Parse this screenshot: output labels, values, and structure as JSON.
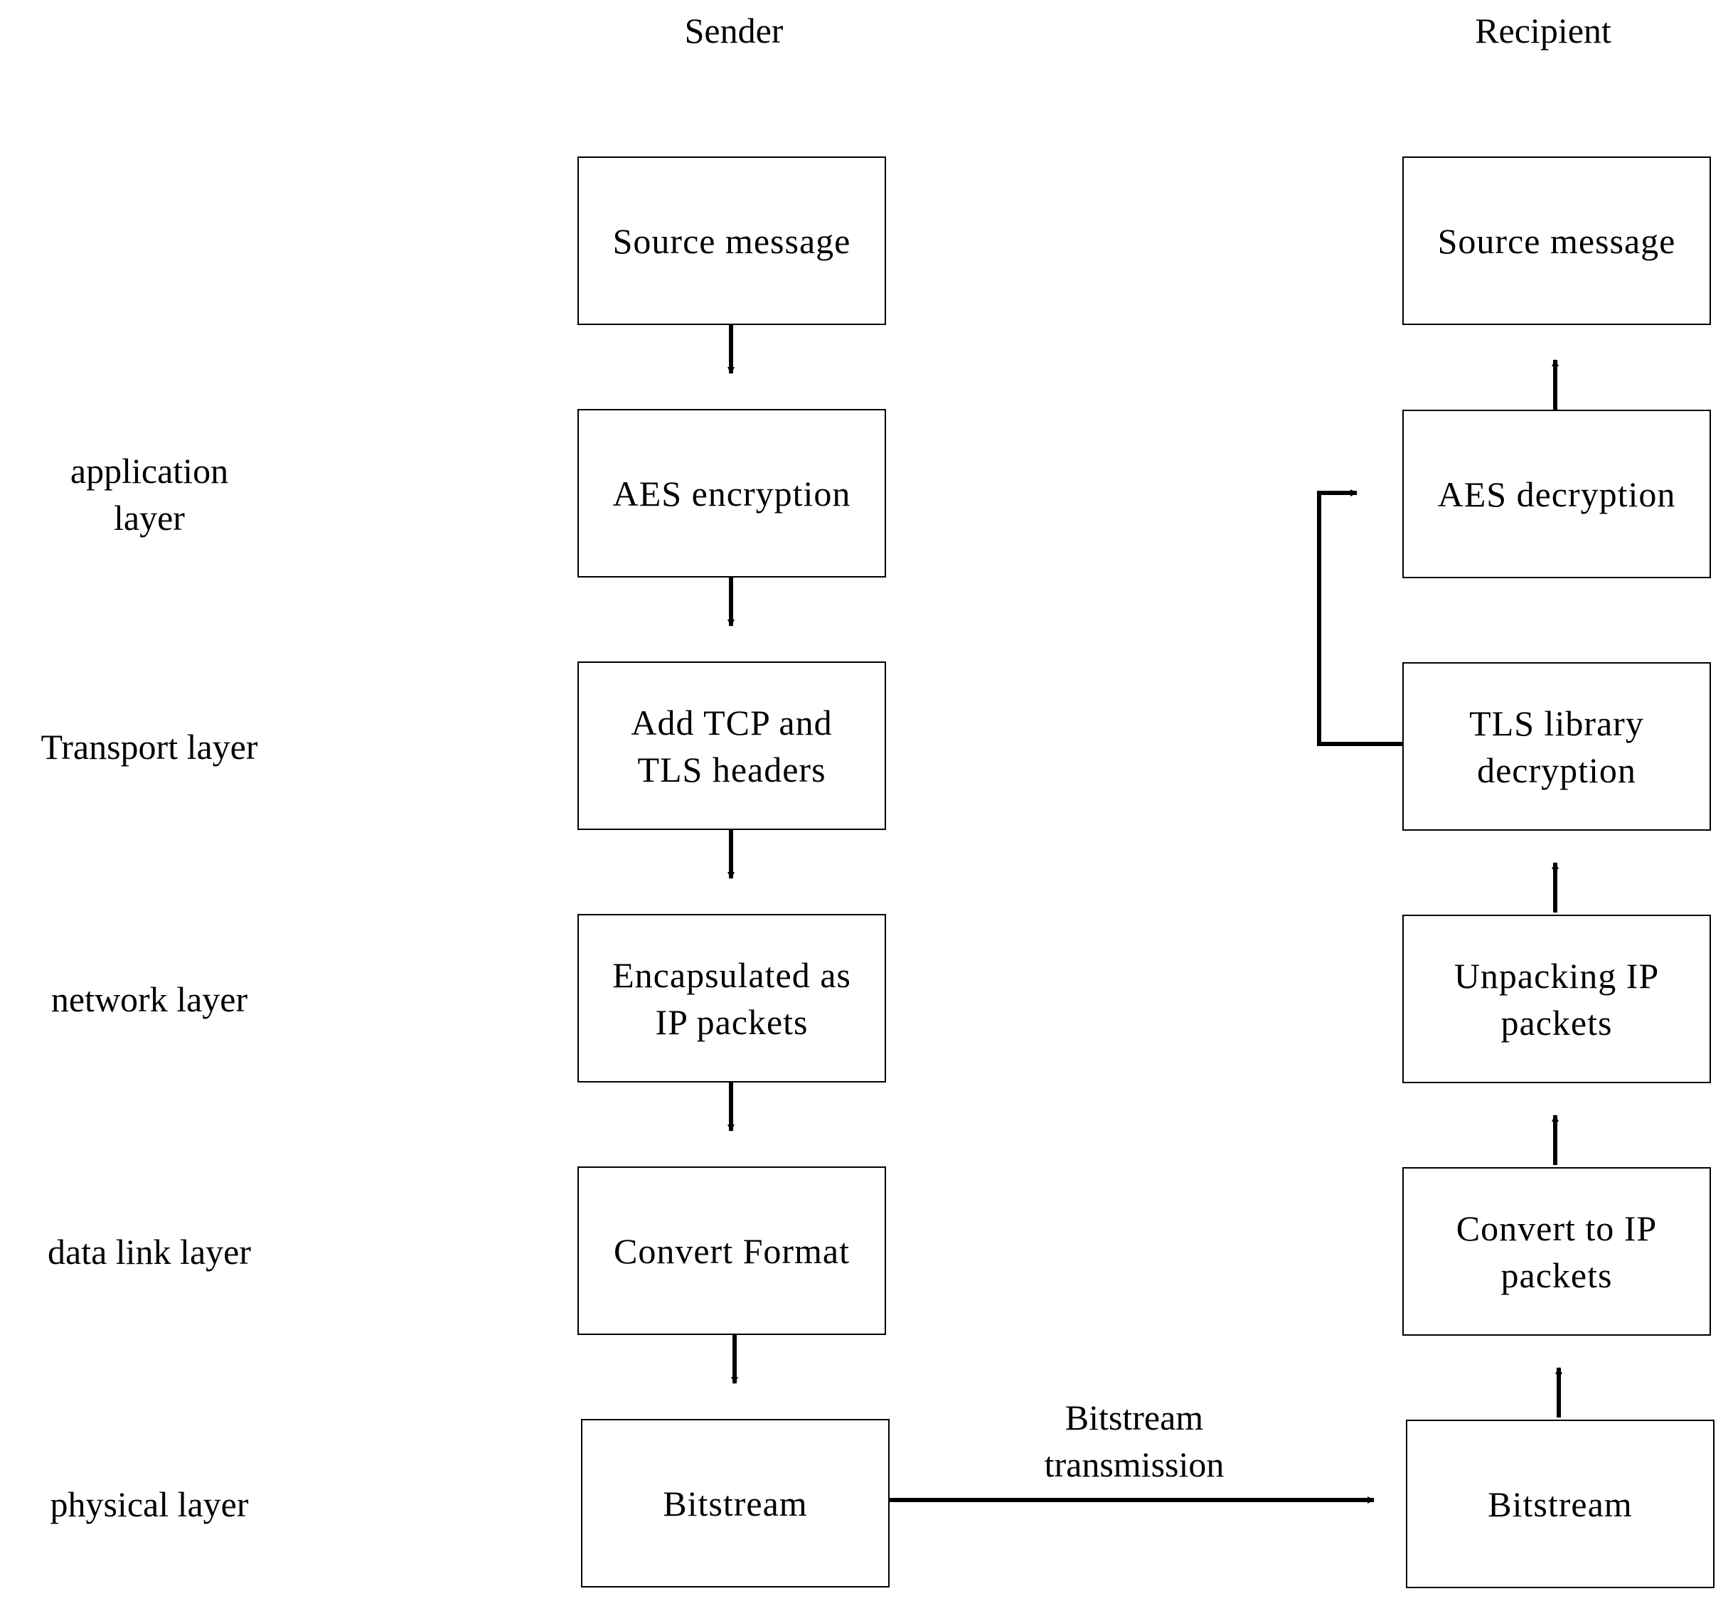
{
  "headings": {
    "sender": "Sender",
    "recipient": "Recipient"
  },
  "layers": [
    {
      "label": "application\nlayer"
    },
    {
      "label": "Transport layer"
    },
    {
      "label": "network layer"
    },
    {
      "label": "data link layer"
    },
    {
      "label": "physical layer"
    }
  ],
  "sender_boxes": [
    "Source message",
    "AES encryption",
    "Add TCP and\nTLS headers",
    "Encapsulated as\nIP packets",
    "Convert Format",
    "Bitstream"
  ],
  "recipient_boxes": [
    "Source message",
    "AES decryption",
    "TLS library\ndecryption",
    "Unpacking IP\npackets",
    "Convert to IP\npackets",
    "Bitstream"
  ],
  "transmission_label": "Bitstream\ntransmission"
}
